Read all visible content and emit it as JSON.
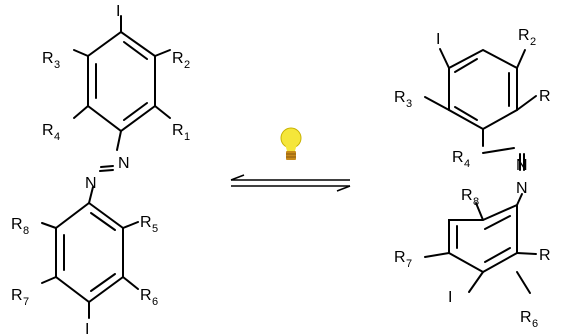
{
  "scheme": {
    "left_molecule": {
      "iodo_top": "I",
      "iodo_bottom": "I",
      "azo_n1": "N",
      "azo_n2": "N",
      "substituents": [
        {
          "base": "R",
          "sub": "3"
        },
        {
          "base": "R",
          "sub": "2"
        },
        {
          "base": "R",
          "sub": "4"
        },
        {
          "base": "R",
          "sub": "1"
        },
        {
          "base": "R",
          "sub": "8"
        },
        {
          "base": "R",
          "sub": "5"
        },
        {
          "base": "R",
          "sub": "7"
        },
        {
          "base": "R",
          "sub": "6"
        }
      ]
    },
    "right_molecule": {
      "iodo_top": "I",
      "iodo_bottom": "I",
      "azo_n1": "N",
      "azo_n2": "N",
      "substituents": [
        {
          "base": "R",
          "sub": "2"
        },
        {
          "base": "R",
          "sub": "3"
        },
        {
          "base": "R",
          "sub": ""
        },
        {
          "base": "R",
          "sub": "4"
        },
        {
          "base": "R",
          "sub": "8"
        },
        {
          "base": "R",
          "sub": "7"
        },
        {
          "base": "R",
          "sub": ""
        },
        {
          "base": "R",
          "sub": "6"
        }
      ]
    },
    "bulb_color": "#f5e63a",
    "bulb_base_color": "#c88a1a"
  }
}
